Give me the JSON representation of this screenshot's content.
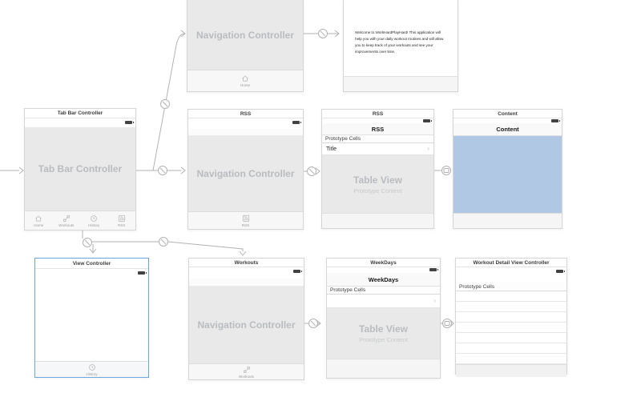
{
  "colors": {
    "web_view_blue": "#b1c8e4",
    "selection_blue": "#6ba7dc",
    "segue_line": "#b2b2b2",
    "canvas_bg": "#ffffff"
  },
  "controllers": {
    "tab_bar": {
      "doc_label": "Tab Bar Controller",
      "canvas_text": "Tab Bar Controller",
      "tabs": [
        {
          "label": "Home",
          "icon": "home-icon"
        },
        {
          "label": "Workouts",
          "icon": "workouts-icon"
        },
        {
          "label": "History",
          "icon": "history-icon"
        },
        {
          "label": "RSS",
          "icon": "rss-icon"
        }
      ]
    },
    "nav_home": {
      "canvas_text": "Navigation Controller",
      "footer_label": "Home"
    },
    "home_view": {
      "welcome_text": "Welcome to WorkHardPlayHard! This application will help you with your daily workout routines and will allow you to keep track of your workouts and see your improvements over time."
    },
    "nav_rss": {
      "doc_label": "RSS",
      "canvas_text": "Navigation Controller",
      "footer_label": "RSS"
    },
    "rss_table": {
      "doc_label": "RSS",
      "nav_title": "RSS",
      "section_header": "Prototype Cells",
      "cell_title": "Title",
      "chevron": "›",
      "placeholder_title": "Table View",
      "placeholder_subtitle": "Prototype Content"
    },
    "content_view": {
      "doc_label": "Content",
      "nav_title": "Content"
    },
    "history_view": {
      "doc_label": "View Controller",
      "footer_label": "History"
    },
    "nav_workouts": {
      "doc_label": "Workouts",
      "canvas_text": "Navigation Controller",
      "footer_label": "Workouts"
    },
    "weekdays_table": {
      "doc_label": "WeekDays",
      "nav_title": "WeekDays",
      "section_header": "Prototype Cells",
      "chevron": "›",
      "placeholder_title": "Table View",
      "placeholder_subtitle": "Prototype Content"
    },
    "workout_detail": {
      "doc_label": "Workout Detail View Controller",
      "section_header": "Prototype Cells",
      "row_count": 7
    }
  }
}
